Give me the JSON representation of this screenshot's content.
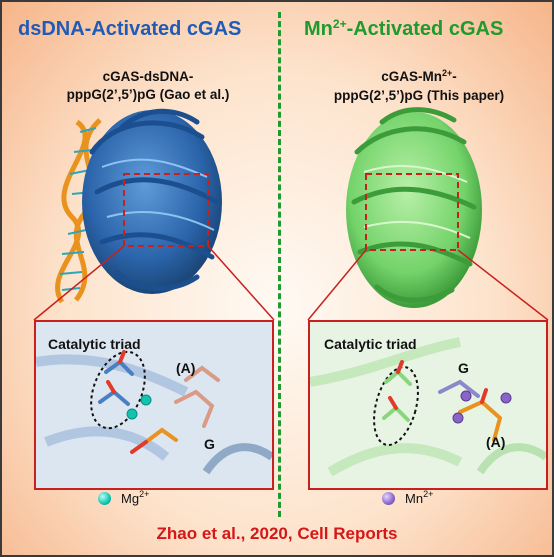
{
  "titles": {
    "left": {
      "base": "dsDNA-Activated cGAS",
      "color": "#1f5bb8"
    },
    "right": {
      "prefix": "Mn",
      "sup": "2+",
      "suffix": "-Activated cGAS",
      "color": "#1e9a2e"
    }
  },
  "subtitles": {
    "left": {
      "line1": "cGAS-dsDNA-",
      "line2": "pppG(2’,5’)pG (Gao et al.)"
    },
    "right": {
      "line1_prefix": "cGAS-Mn",
      "line1_sup": "2+",
      "line1_suffix": "-",
      "line2": "pppG(2’,5’)pG (This paper)"
    }
  },
  "callouts": {
    "left": {
      "catalytic_label": "Catalytic triad",
      "label_a": "(A)",
      "label_g": "G"
    },
    "right": {
      "catalytic_label": "Catalytic triad",
      "label_a": "(A)",
      "label_g": "G"
    }
  },
  "legend": {
    "left": {
      "ion": "Mg",
      "charge": "2+",
      "color": "#10c4b0"
    },
    "right": {
      "ion": "Mn",
      "charge": "2+",
      "color": "#8a64c9"
    }
  },
  "citation": "Zhao et al., 2020, Cell Reports",
  "icons": {
    "left_protein": "protein-ribbon-blue-icon",
    "right_protein": "protein-ribbon-green-icon",
    "dna": "dna-helix-icon"
  }
}
